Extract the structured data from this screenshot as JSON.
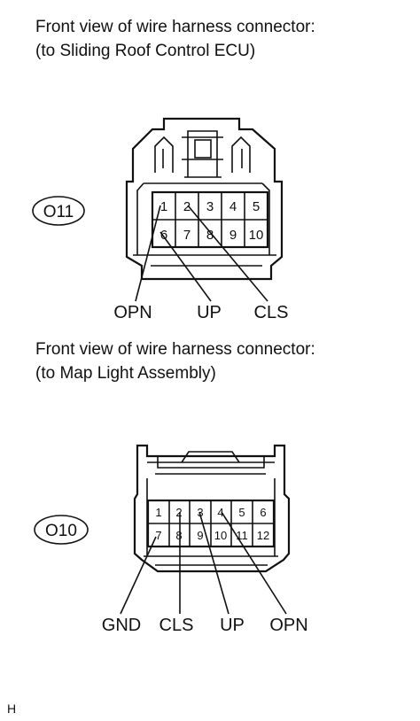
{
  "connector_o11": {
    "caption_line1": "Front view of wire harness connector:",
    "caption_line2": "(to Sliding Roof Control ECU)",
    "code": "O11",
    "pins_top": [
      "1",
      "2",
      "3",
      "4",
      "5"
    ],
    "pins_bottom": [
      "6",
      "7",
      "8",
      "9",
      "10"
    ],
    "signals": [
      "OPN",
      "UP",
      "CLS"
    ]
  },
  "connector_o10": {
    "caption_line1": "Front view of wire harness connector:",
    "caption_line2": "(to Map Light Assembly)",
    "code": "O10",
    "pins_top": [
      "1",
      "2",
      "3",
      "4",
      "5",
      "6"
    ],
    "pins_bottom": [
      "7",
      "8",
      "9",
      "10",
      "11",
      "12"
    ],
    "signals": [
      "GND",
      "CLS",
      "UP",
      "OPN"
    ]
  },
  "footer": {
    "mark": "H"
  }
}
